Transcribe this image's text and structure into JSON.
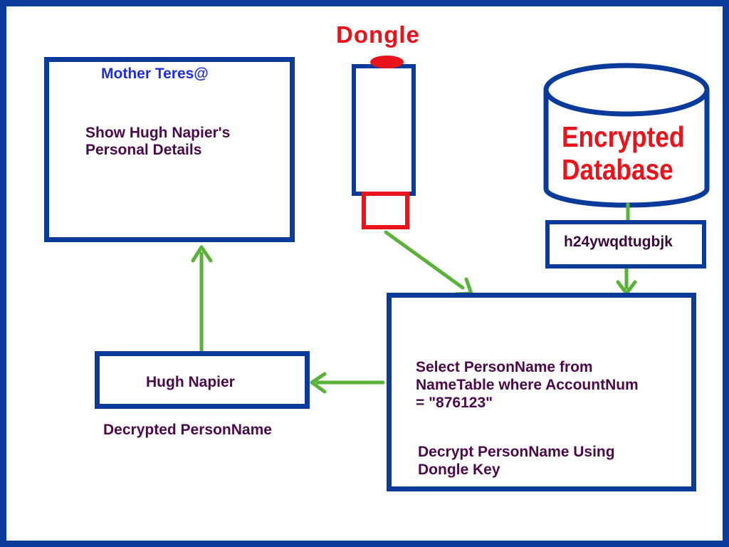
{
  "main_window": {
    "title": "Mother Teres@",
    "line1": "Show Hugh Napier's",
    "line2": "Personal Details"
  },
  "dongle": {
    "label": "Dongle"
  },
  "database": {
    "line1": "Encrypted",
    "line2": "Database"
  },
  "cipher": {
    "value": "h24ywqdtugbjk"
  },
  "query": {
    "line1": "Select PersonName from",
    "line2": "NameTable where AccountNum",
    "line3": "= \"876123\"",
    "line4": "Decrypt PersonName Using",
    "line5": "Dongle Key"
  },
  "result": {
    "name": "Hugh Napier",
    "caption": "Decrypted PersonName"
  },
  "colors": {
    "frame": "#0a3a9a",
    "text": "#4a0a4a",
    "title": "#1f2fd6",
    "red": "#e8141c",
    "arrow": "#5ab23a"
  }
}
